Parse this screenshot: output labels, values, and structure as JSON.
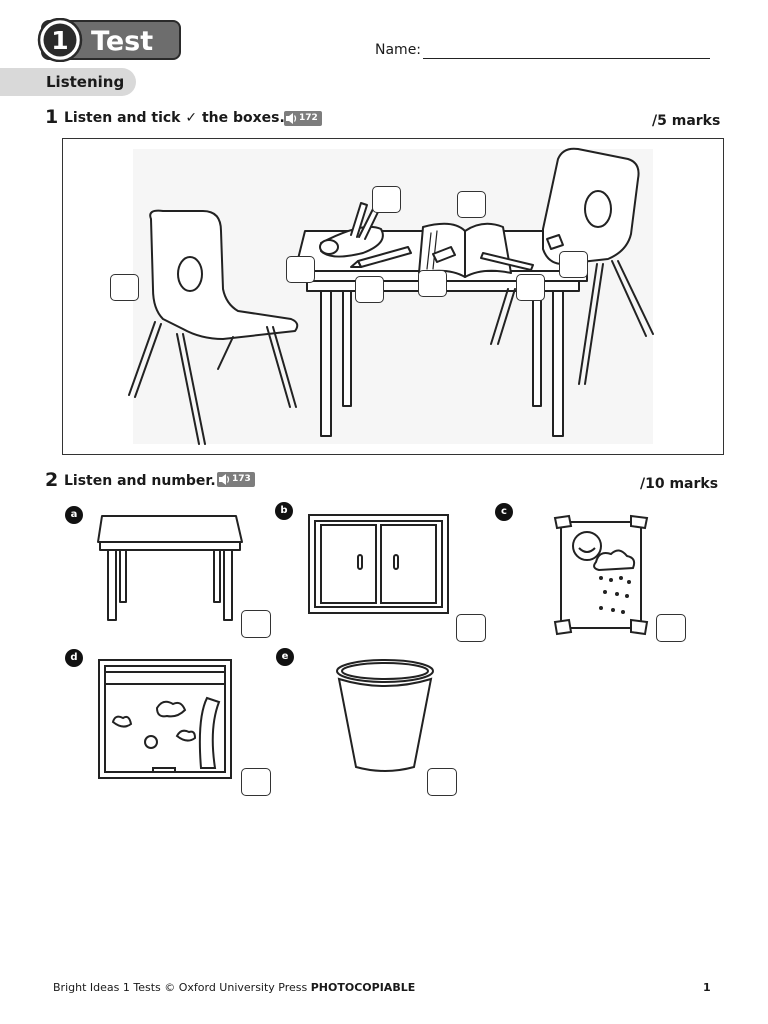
{
  "header": {
    "badge_number": "1",
    "badge_word": "Test",
    "name_label": "Name:"
  },
  "section": {
    "label": "Listening"
  },
  "q1": {
    "number": "1",
    "instruction": "Listen and tick ✓ the boxes.",
    "audio_track": "172",
    "marks": "/5 marks"
  },
  "q2": {
    "number": "2",
    "instruction": "Listen and number.",
    "audio_track": "173",
    "marks": "/10 marks",
    "items": [
      {
        "letter": "a",
        "picture": "table-icon"
      },
      {
        "letter": "b",
        "picture": "cupboard-icon"
      },
      {
        "letter": "c",
        "picture": "poster-icon"
      },
      {
        "letter": "d",
        "picture": "window-icon"
      },
      {
        "letter": "e",
        "picture": "bin-icon"
      }
    ]
  },
  "footer": {
    "credit": "Bright Ideas 1 Tests © Oxford University Press",
    "photocopiable": "PHOTOCOPIABLE",
    "page": "1"
  }
}
